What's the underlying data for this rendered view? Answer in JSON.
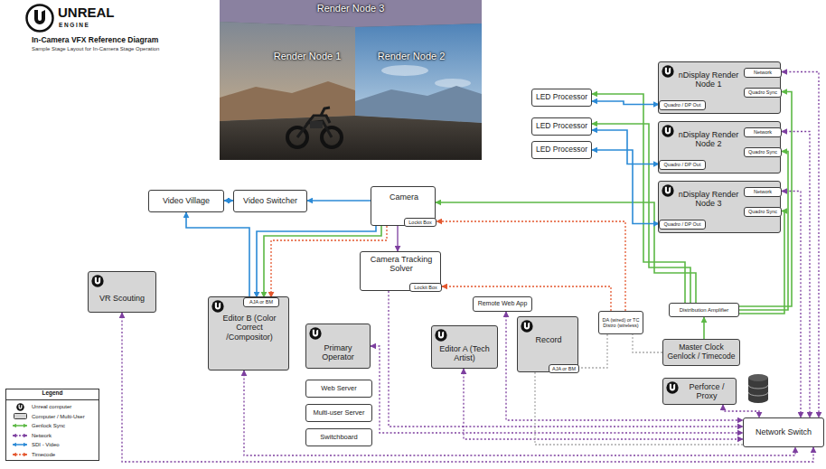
{
  "diagram": {
    "title": "In-Camera VFX Reference Diagram",
    "caption": "Sample Stage Layout for In-Camera Stage Operation",
    "nodes": [
      {
        "text": [
          "LED Processor"
        ]
      },
      {
        "text": [
          "nDisplay Render Node 1"
        ]
      },
      {
        "text": [
          "Network"
        ],
        "in": 1
      },
      {
        "text": [
          "Quadro / DP Out"
        ],
        "in": 1
      },
      {
        "text": [
          "Quadro Sync"
        ],
        "in": 1
      },
      {
        "text": [
          "LED Processor"
        ]
      },
      {
        "text": [
          "nDisplay Render Node 2"
        ]
      },
      {
        "text": [
          "Network"
        ],
        "in": 6
      },
      {
        "text": [
          "Quadro / DP Out"
        ],
        "in": 6
      },
      {
        "text": [
          "Quadro Sync"
        ],
        "in": 6
      },
      {
        "text": [
          "LED Processor"
        ]
      },
      {
        "text": [
          "nDisplay Render Node 3"
        ]
      },
      {
        "text": [
          "Network"
        ],
        "in": 11
      },
      {
        "text": [
          "Quadro / DP Out"
        ],
        "in": 11
      },
      {
        "text": [
          "Quadro Sync"
        ],
        "in": 11
      },
      {
        "text": [
          "Video Village"
        ]
      },
      {
        "text": [
          "Video Switcher"
        ]
      },
      {
        "text": [
          "Camera"
        ]
      },
      {
        "text": [
          "Lockit Box"
        ],
        "in": 17
      },
      {
        "text": [
          "Camera Tracking Solver"
        ]
      },
      {
        "text": [
          "Lockit Box"
        ],
        "in": 19
      },
      {
        "text": [
          "VR Scouting"
        ]
      },
      {
        "text": [
          "Editor B (Color Correct /Compositor)"
        ]
      },
      {
        "text": [
          "AJA or BM"
        ],
        "in": 22
      },
      {
        "text": [
          "Remote Web App"
        ]
      },
      {
        "text": [
          "Primary Operator"
        ]
      },
      {
        "text": [
          "Editor A (Tech Artist)"
        ]
      },
      {
        "text": [
          "Record"
        ]
      },
      {
        "text": [
          "AJA or BM"
        ],
        "in": 27
      },
      {
        "text": [
          "DA (wired) or TC Distro (wireless)"
        ]
      },
      {
        "text": [
          "Distribution Amplifier"
        ]
      },
      {
        "text": [
          "Master Clock Genlock / Timecode"
        ]
      },
      {
        "text": [
          "Web Server"
        ]
      },
      {
        "text": [
          "Perforce / Proxy"
        ]
      },
      {
        "text": [
          "Multi-user Server"
        ]
      },
      {
        "text": [
          "Switchboard"
        ]
      },
      {
        "text": [
          "Network Switch"
        ]
      }
    ],
    "edges": [
      {
        "from": 30,
        "to": 4,
        "arrow": "to"
      },
      {
        "from": 30,
        "to": 9,
        "arrow": "to"
      },
      {
        "from": 30,
        "to": 14,
        "arrow": "to"
      },
      {
        "from": 31,
        "to": 30,
        "arrow": "to"
      },
      {
        "from": 30,
        "to": 0,
        "arrow": "to"
      },
      {
        "from": 30,
        "to": 5,
        "arrow": "to"
      },
      {
        "from": 30,
        "to": 17,
        "arrow": "to"
      },
      {
        "from": 17,
        "to": 23,
        "arrow": "to"
      },
      {
        "from": 3,
        "to": 0,
        "arrow": "both"
      },
      {
        "from": 8,
        "to": 5,
        "arrow": "both"
      },
      {
        "from": 13,
        "to": 10,
        "arrow": "both"
      },
      {
        "from": 17,
        "to": 16,
        "arrow": "to"
      },
      {
        "from": 16,
        "to": 15,
        "arrow": "both"
      },
      {
        "from": 23,
        "to": 15,
        "arrow": "to"
      },
      {
        "from": 17,
        "to": 23,
        "arrow": "to"
      },
      {
        "from": 17,
        "to": 19,
        "arrow": "to"
      },
      {
        "from": 2,
        "to": 36,
        "arrow": "both"
      },
      {
        "from": 7,
        "to": 36,
        "arrow": "both"
      },
      {
        "from": 12,
        "to": 36,
        "arrow": "both"
      },
      {
        "from": 33,
        "to": 36,
        "arrow": "both"
      },
      {
        "from": 21,
        "to": 36,
        "arrow": "both"
      },
      {
        "from": 22,
        "to": 36,
        "arrow": "both"
      },
      {
        "from": 25,
        "to": 36,
        "arrow": "both"
      },
      {
        "from": 19,
        "to": 36,
        "arrow": "to"
      },
      {
        "from": 24,
        "to": 36,
        "arrow": "both"
      },
      {
        "from": 26,
        "to": 36,
        "arrow": "both"
      },
      {
        "from": 27,
        "to": 36,
        "arrow": "none"
      },
      {
        "from": 29,
        "to": 18,
        "arrow": "to"
      },
      {
        "from": 29,
        "to": 20,
        "arrow": "to"
      },
      {
        "from": 17,
        "to": 23,
        "arrow": "to"
      },
      {
        "from": 31,
        "to": 29,
        "arrow": "none"
      },
      {
        "from": 29,
        "to": 28,
        "arrow": "none"
      }
    ],
    "labels": [
      "UNREAL",
      "ENGINE",
      "Render Node 3",
      "Render Node 1",
      "Render Node 2",
      "Legend"
    ],
    "legend": [
      {
        "text": "Unreal computer"
      },
      {
        "text": "Computer / Multi-User",
        "color": "#d6d6d6"
      },
      {
        "text": "Genlock Sync"
      },
      {
        "text": "Network"
      },
      {
        "text": "SDI - Video"
      },
      {
        "text": "Timecode"
      }
    ]
  }
}
